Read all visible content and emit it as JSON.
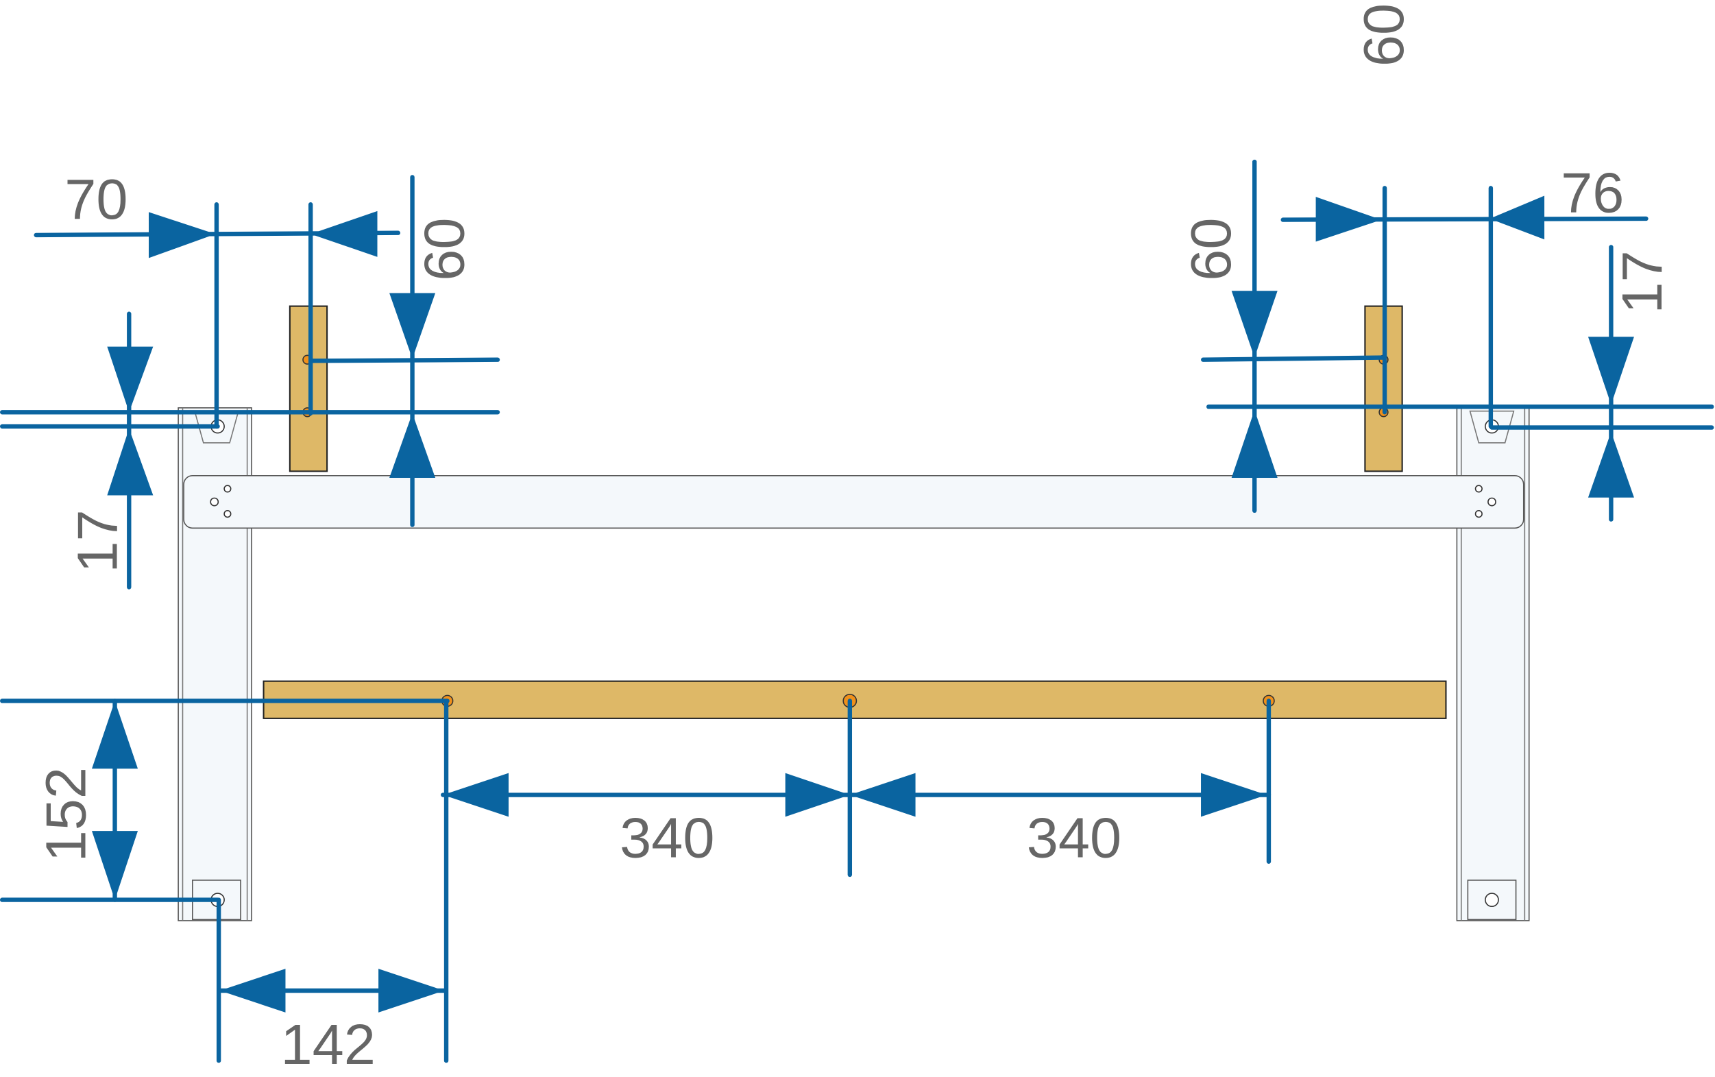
{
  "drawing": {
    "colors": {
      "dimension": "#0a64a0",
      "wood": "#deb867",
      "peg": "#f0901a",
      "frame": "#f4f8fb",
      "label": "#666666"
    },
    "dimensions": {
      "left_offset_horizontal": "70",
      "left_rail_offset_vertical": "60",
      "left_bracket_offset": "17",
      "bottom_rail_height": "152",
      "bottom_rail_inset": "142",
      "peg_spacing_left": "340",
      "peg_spacing_right": "340",
      "right_rail_offset_vertical": "60",
      "top_floating_label": "60",
      "right_offset_horizontal": "76",
      "right_bracket_offset": "17"
    }
  }
}
